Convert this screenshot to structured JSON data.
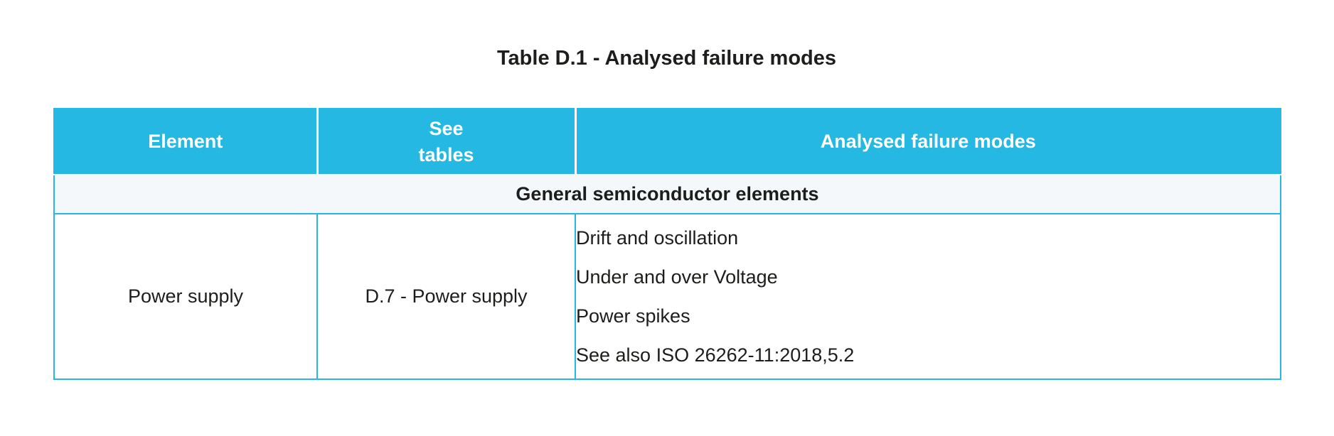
{
  "title": "Table D.1 - Analysed failure modes",
  "colors": {
    "accent": "#24B8E2",
    "section_bg": "#F5F8FB",
    "header_text": "#FFFFFF"
  },
  "table": {
    "columns": [
      {
        "label": "Element"
      },
      {
        "label": "See\ntables"
      },
      {
        "label": "Analysed failure modes"
      }
    ],
    "section_header": "General semiconductor elements",
    "rows": [
      {
        "element": "Power supply",
        "see_tables": "D.7 - Power supply",
        "failure_modes": [
          "Drift and oscillation",
          "Under and over Voltage",
          "Power spikes",
          "See also ISO 26262-11:2018,5.2"
        ]
      }
    ]
  }
}
